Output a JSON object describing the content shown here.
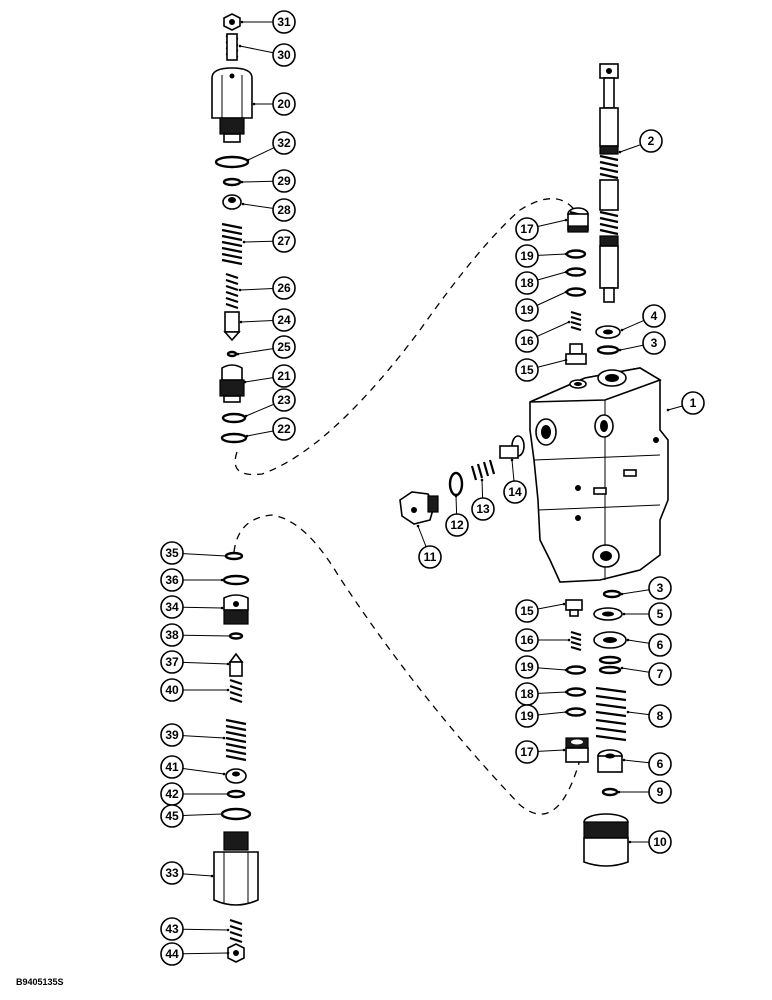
{
  "figure_code": "B9405135S",
  "callouts": [
    "1",
    "2",
    "3",
    "4",
    "5",
    "6",
    "7",
    "8",
    "9",
    "10",
    "11",
    "12",
    "13",
    "14",
    "15",
    "16",
    "17",
    "18",
    "19",
    "20",
    "21",
    "22",
    "23",
    "24",
    "25",
    "26",
    "27",
    "28",
    "29",
    "30",
    "31",
    "32",
    "33",
    "34",
    "35",
    "36",
    "37",
    "38",
    "39",
    "40",
    "41",
    "42",
    "43",
    "44",
    "45"
  ],
  "line_color": "#000000",
  "background": "#ffffff"
}
